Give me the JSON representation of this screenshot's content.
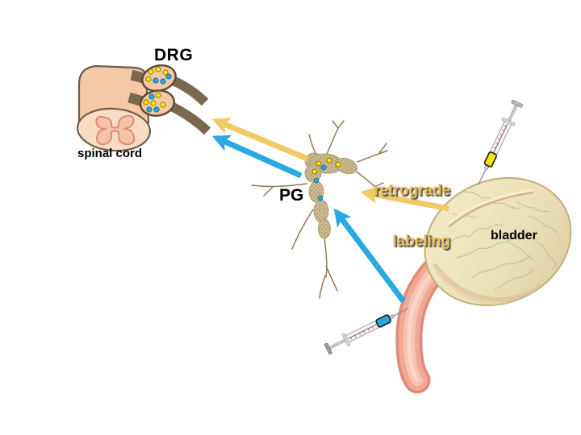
{
  "figure": {
    "description_labels": {
      "drg": "DRG",
      "spinal_cord": "spinal cord",
      "pg": "PG",
      "retrograde_line1": "retrograde",
      "retrograde_line2": "labeling",
      "bladder": "bladder"
    },
    "colors": {
      "arrow_yellow": "#f1ca66",
      "arrow_blue": "#29a9e1",
      "retro_text_gold": "#efbe53",
      "cord_body": "#f3c9a6",
      "cord_face": "#f8ddc4",
      "gray_matter_fill": "#f3c4a8",
      "gray_matter_outline": "#e2897c",
      "nerve_brown": "#7a6850",
      "drg_outline": "#5c4733",
      "pg_base": "#cdbb92",
      "pg_speckle": "#8f7c52",
      "bladder_fill": "#efe6c0",
      "bladder_edge": "#c3ad7e",
      "vein_green": "#9fbf9a",
      "urethra_pink": "#f2a897",
      "urethra_edge": "#e08a7c",
      "dot_yellow": "#ffe604",
      "dot_blue": "#29a8df"
    },
    "arrows": [
      {
        "color_name": "yellow",
        "from": "PG",
        "to": "DRG"
      },
      {
        "color_name": "blue",
        "from": "PG",
        "to": "DRG"
      },
      {
        "color_name": "yellow",
        "from": "bladder",
        "to": "PG"
      },
      {
        "color_name": "blue",
        "from": "urethra",
        "to": "PG"
      }
    ],
    "syringes": [
      {
        "dye_color": "#f5e400",
        "injection_site": "bladder dome"
      },
      {
        "dye_color": "#29a8df",
        "injection_site": "urethra"
      }
    ],
    "labeled_neuron_dots": {
      "drg_upper": {
        "yellow": 4,
        "blue": 3
      },
      "drg_lower": {
        "yellow": 4,
        "blue": 3
      },
      "pg": {
        "yellow": 4,
        "blue": 3
      }
    }
  }
}
